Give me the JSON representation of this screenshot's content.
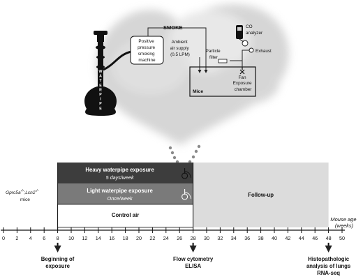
{
  "setup": {
    "smoke_label": "SMOKE",
    "machine_lines": [
      "Positive",
      "pressure",
      "smoking",
      "machine"
    ],
    "waterpipe_letters": [
      "W",
      "A",
      "T",
      "E",
      "R",
      "P",
      "I",
      "P",
      "E"
    ],
    "ambient_lines": [
      "Ambient",
      "air supply",
      "(0.5 LPM)"
    ],
    "co_lines": [
      "CO",
      "analyzer"
    ],
    "particle_lines": [
      "Particle",
      "filter"
    ],
    "exhaust_label": "Exhaust",
    "fan_label": "Fan",
    "mice_label": "Mice",
    "chamber_lines": [
      "Exposure",
      "chamber"
    ]
  },
  "timeline": {
    "mouse_line": "Gprc5a",
    "mouse_sup": "-/-",
    "mouse_sep": ";",
    "mouse_gene2": "Lcn2",
    "mouse_sup2": "-/-",
    "mouse_suffix": "mice",
    "heavy_title": "Heavy waterpipe exposure",
    "heavy_freq": "5 days/week",
    "light_title": "Light waterpipe exposure",
    "light_freq": "Once/week",
    "control_label": "Control air",
    "followup_label": "Follow-up",
    "axis_ticks": [
      0,
      2,
      4,
      6,
      8,
      10,
      12,
      14,
      16,
      18,
      20,
      22,
      24,
      26,
      28,
      30,
      32,
      34,
      36,
      38,
      40,
      42,
      44,
      46,
      48,
      50
    ],
    "axis_range": [
      0,
      50
    ],
    "axis_label_lines": [
      "Mouse age",
      "(weeks)"
    ],
    "milestones": [
      {
        "week": 8,
        "lines": [
          "Beginning of",
          "exposure"
        ]
      },
      {
        "week": 28,
        "lines": [
          "Flow cytometry",
          "ELISA"
        ]
      },
      {
        "week": 48,
        "lines": [
          "Histopathologic",
          "analysis of lungs",
          "RNA-seq"
        ]
      }
    ],
    "colors": {
      "heavy": "#3d3d3d",
      "light": "#7a7a7a",
      "control": "#ffffff",
      "followup": "#dcdcdc",
      "smoke": "#d2d2d2"
    }
  }
}
